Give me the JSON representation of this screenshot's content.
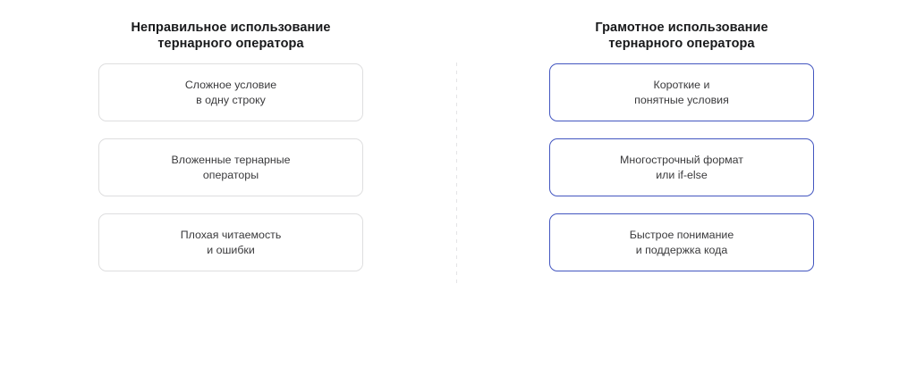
{
  "diagram": {
    "type": "two-column-comparison",
    "background_color": "#ffffff",
    "divider": {
      "style": "dashed-vertical",
      "color": "#e4e4e6"
    },
    "columns": [
      {
        "id": "bad-usage",
        "title": "Неправильное использование\nтернарного оператора",
        "accent_color": "#dededf",
        "card_border_color": "#dededf",
        "text_color": "#3a3a3c",
        "cards": [
          {
            "text": "Сложное условие\nв одну строку"
          },
          {
            "text": "Вложенные тернарные\nоператоры"
          },
          {
            "text": "Плохая читаемость\nи ошибки"
          }
        ]
      },
      {
        "id": "good-usage",
        "title": "Грамотное использование\nтернарного оператора",
        "accent_color": "#4356c0",
        "card_border_color": "#4356c0",
        "text_color": "#3a3a3c",
        "cards": [
          {
            "text": "Короткие и\nпонятные условия"
          },
          {
            "text": "Многострочный формат\nили if-else"
          },
          {
            "text": "Быстрое понимание\nи поддержка кода"
          }
        ]
      }
    ]
  }
}
